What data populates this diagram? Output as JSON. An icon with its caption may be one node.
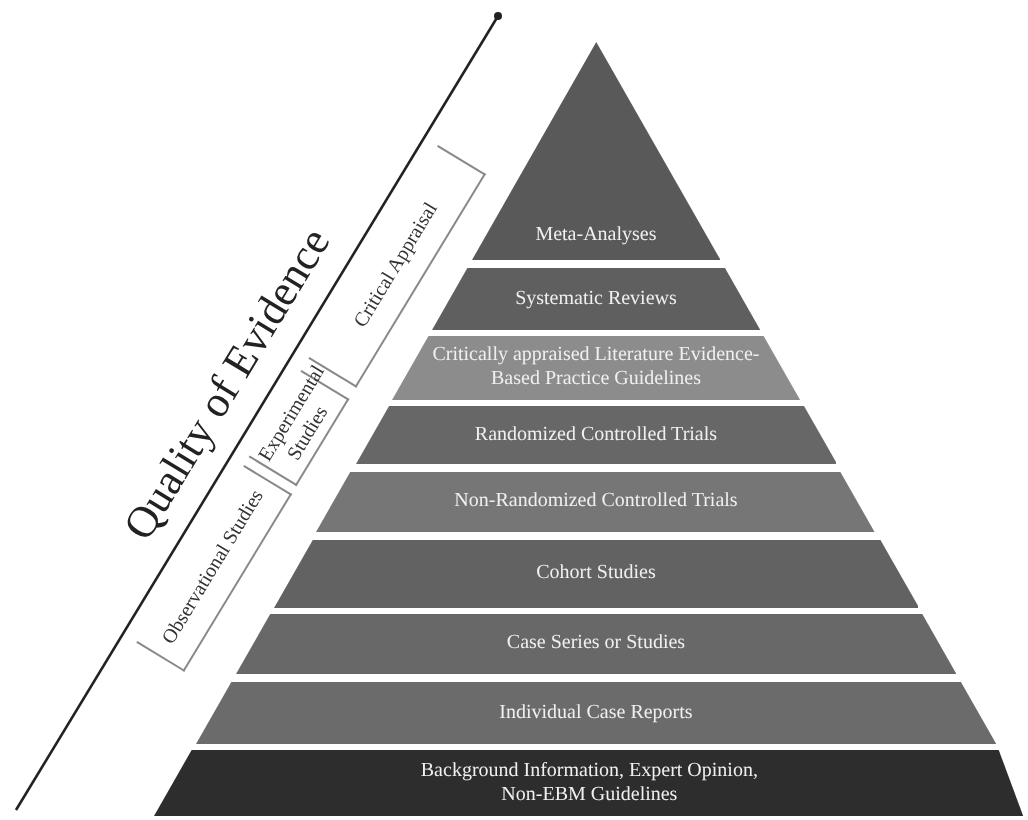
{
  "diagram": {
    "nodes": [
      {
        "text": [
          "Meta-Analyses"
        ]
      },
      {
        "text": [
          "Systematic Reviews"
        ]
      },
      {
        "text": [
          "Critically appraised Literature Evidence-Based Practice Guidelines"
        ]
      },
      {
        "text": [
          "Randomized Controlled Trials"
        ]
      },
      {
        "text": [
          "Non-Randomized Controlled Trials"
        ]
      },
      {
        "text": [
          "Cohort Studies"
        ]
      },
      {
        "text": [
          "Case Series or Studies"
        ]
      },
      {
        "text": [
          "Individual Case Reports"
        ]
      },
      {
        "text": [
          "Background Information, Expert Opinion, Non-EBM  Guidelines"
        ]
      }
    ],
    "labels": [
      "Quality of Evidence",
      "Critical Appraisal",
      "Experimental Studies",
      "Observational Studies"
    ]
  }
}
